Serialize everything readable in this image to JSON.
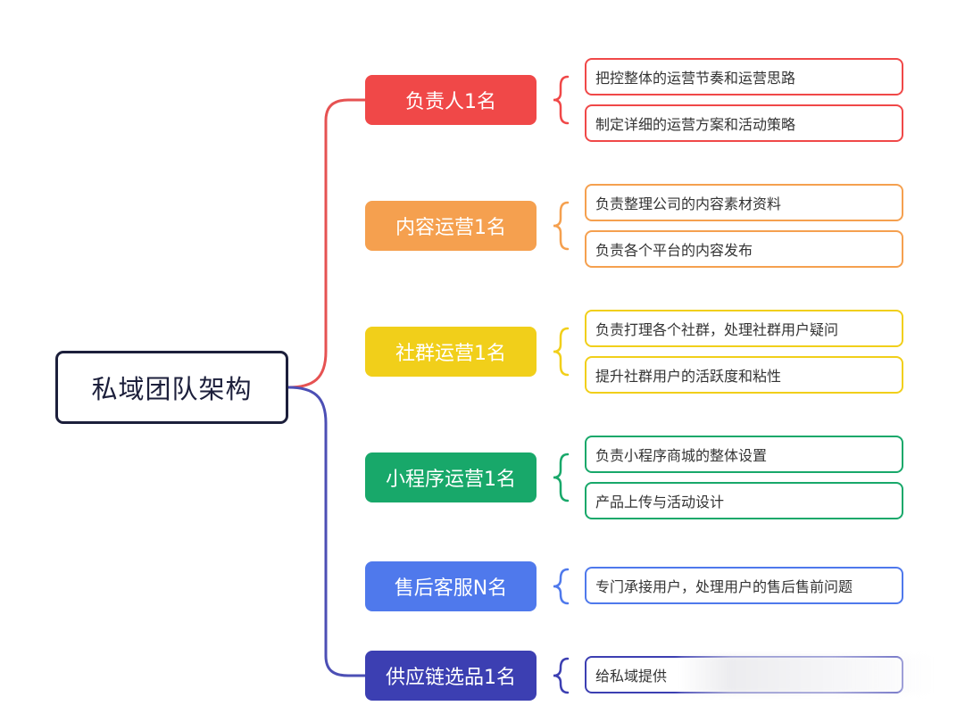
{
  "root": {
    "label": "私域团队架构"
  },
  "colors": {
    "red": "#f04848",
    "orange": "#f5a04f",
    "yellow": "#f1cf1a",
    "green": "#18a86a",
    "blue": "#4f79ec",
    "indigo": "#3c3fb2",
    "line_top": "#e65252",
    "line_bottom": "#4c4fb5",
    "root_border": "#1c1f3b"
  },
  "roles": [
    {
      "label": "负责人1名",
      "color": "#f04848",
      "duties": [
        "把控整体的运营节奏和运营思路",
        "制定详细的运营方案和活动策略"
      ]
    },
    {
      "label": "内容运营1名",
      "color": "#f5a04f",
      "duties": [
        "负责整理公司的内容素材资料",
        "负责各个平台的内容发布"
      ]
    },
    {
      "label": "社群运营1名",
      "color": "#f1cf1a",
      "duties": [
        "负责打理各个社群，处理社群用户疑问",
        "提升社群用户的活跃度和粘性"
      ]
    },
    {
      "label": "小程序运营1名",
      "color": "#18a86a",
      "duties": [
        "负责小程序商城的整体设置",
        "产品上传与活动设计"
      ]
    },
    {
      "label": "售后客服N名",
      "color": "#4f79ec",
      "duties": [
        "专门承接用户，处理用户的售后售前问题"
      ]
    },
    {
      "label": "供应链选品1名",
      "color": "#3c3fb2",
      "duties": [
        "给私域提供"
      ]
    }
  ]
}
